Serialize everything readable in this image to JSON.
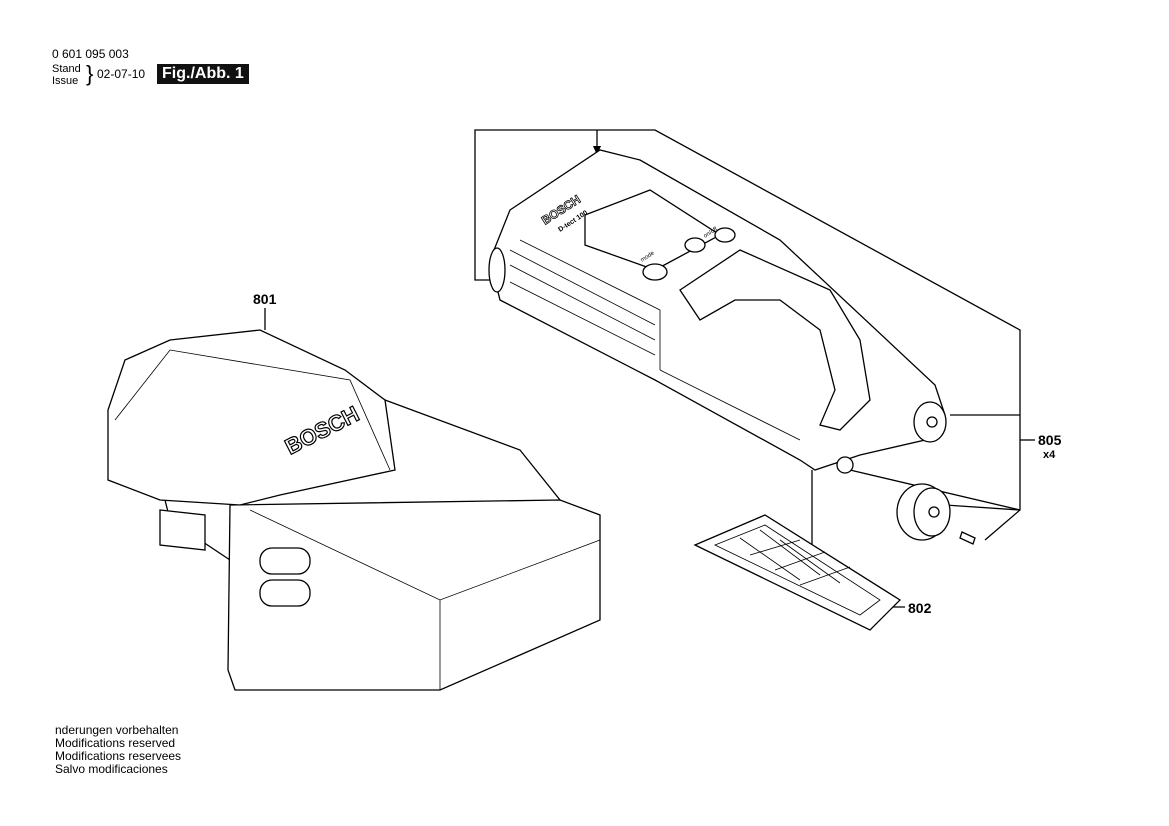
{
  "header": {
    "part_number": "0 601 095 003",
    "stand_label": "Stand",
    "issue_label": "Issue",
    "date": "02-07-10",
    "figure_label": "Fig./Abb. 1"
  },
  "parts": [
    {
      "number": "801",
      "qty": ""
    },
    {
      "number": "802",
      "qty": ""
    },
    {
      "number": "805",
      "qty": "x4"
    }
  ],
  "device": {
    "logo": "BOSCH",
    "model": "D-tect 100",
    "mode_label": "mode",
    "onoff_label": "on/off"
  },
  "bag": {
    "logo": "BOSCH"
  },
  "footer": {
    "lines": [
      "nderungen vorbehalten",
      "Modifications reserved",
      "Modifications reservees",
      "Salvo modificaciones"
    ]
  }
}
